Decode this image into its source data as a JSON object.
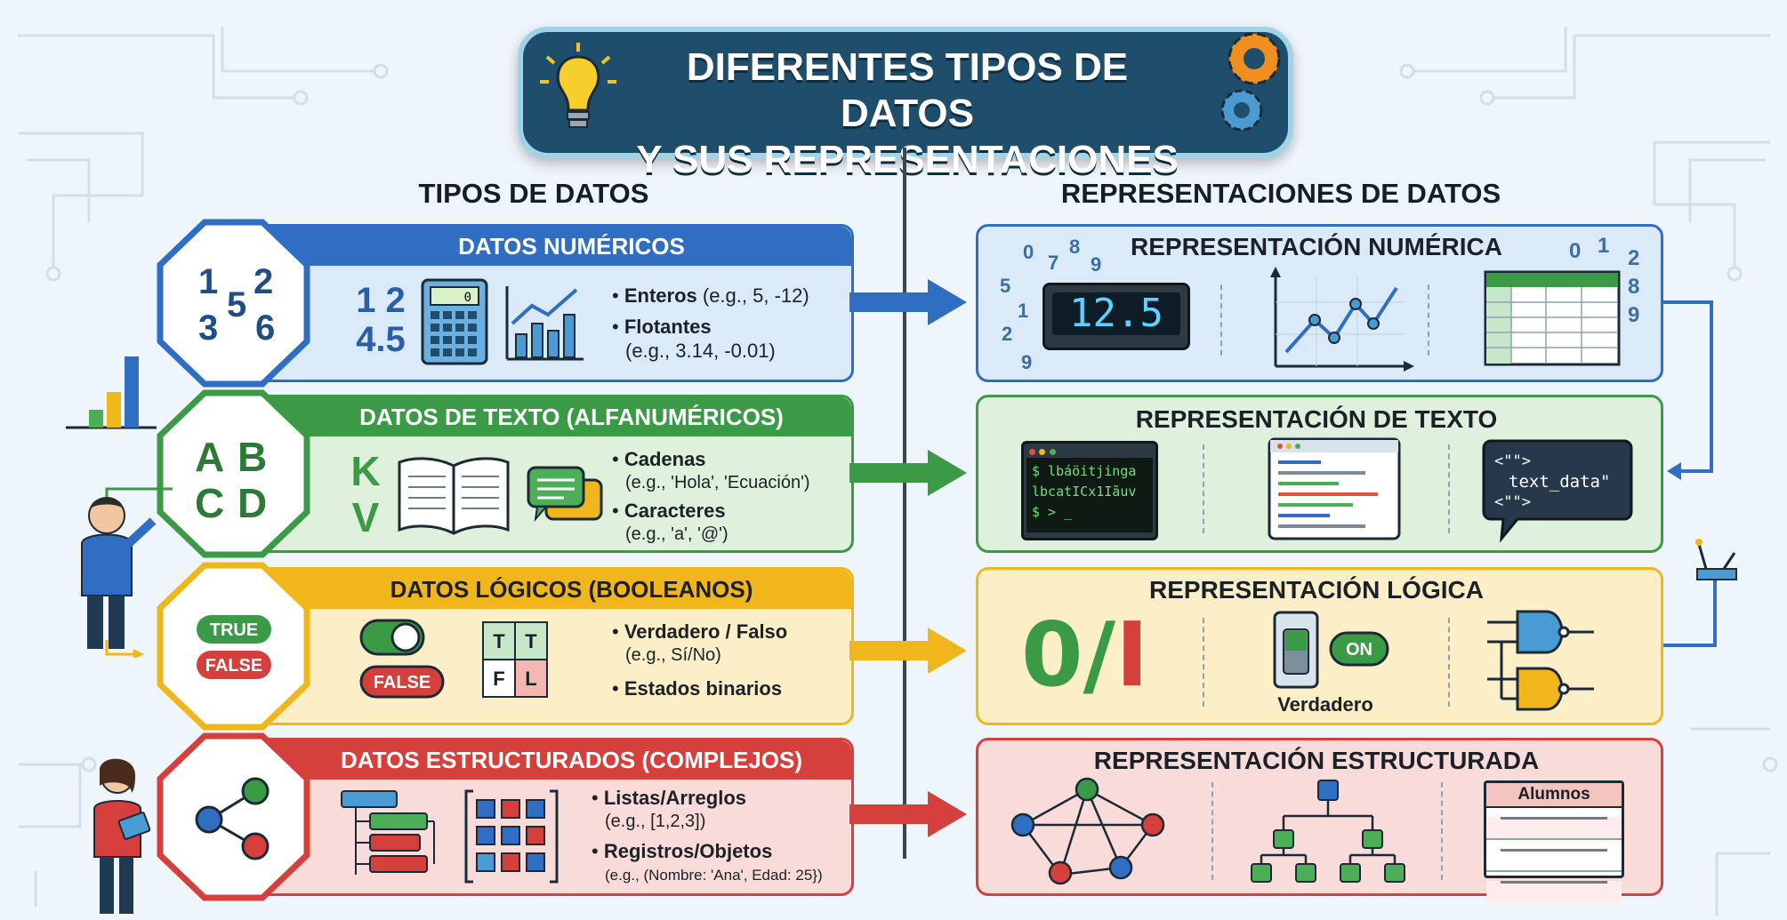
{
  "title": {
    "line1": "DIFERENTES TIPOS DE DATOS",
    "line2": "Y SUS REPRESENTACIONES"
  },
  "left_heading": "TIPOS DE DATOS",
  "right_heading": "REPRESENTACIONES DE DATOS",
  "colors": {
    "blue": "#2f6ec2",
    "green": "#3a9a45",
    "yellow": "#f0b61c",
    "red": "#d6403c",
    "navy": "#1f4e6c"
  },
  "rows": [
    {
      "header": "DATOS NUMÉRICOS",
      "badge": [
        "1",
        "5",
        "2",
        "3",
        "6"
      ],
      "glyphs": [
        "1 2",
        "4.5"
      ],
      "calc_display": "0",
      "bullets": [
        {
          "title": "Enteros",
          "detail": "(e.g., 5, -12)"
        },
        {
          "title": "Flotantes",
          "detail": "(e.g., 3.14, -0.01)"
        }
      ],
      "rep_title": "REPRESENTACIÓN NUMÉRICA",
      "rep_display": "12.5",
      "scatter_digits": [
        "0",
        "7",
        "8",
        "9",
        "5",
        "1",
        "2",
        "9"
      ],
      "scatter_digits_right": [
        "0",
        "1",
        "2",
        "8",
        "9"
      ]
    },
    {
      "header": "DATOS DE TEXTO (ALFANUMÉRICOS)",
      "badge": [
        "A",
        "B",
        "C",
        "D"
      ],
      "glyphs": [
        "K",
        "V"
      ],
      "bullets": [
        {
          "title": "Cadenas",
          "detail": "(e.g., 'Hola', 'Ecuación')"
        },
        {
          "title": "Caracteres",
          "detail": "(e.g., 'a', '@')"
        }
      ],
      "rep_title": "REPRESENTACIÓN DE TEXTO",
      "terminal_lines": [
        "$ lbáöitjinga",
        "lbcatICx1Iãuv",
        "$ > _"
      ],
      "code_lines": [
        "<\"\">",
        "text_data\"",
        "<\"\">"
      ]
    },
    {
      "header": "DATOS LÓGICOS (BOOLEANOS)",
      "badge": [
        "TRUE",
        "FALSE"
      ],
      "toggle_label": "FALSE",
      "truth": [
        "T",
        "T",
        "F",
        "L"
      ],
      "bullets": [
        {
          "title": "Verdadero / Falso",
          "detail": "(e.g., Sí/No)"
        },
        {
          "title": "Estados binarios",
          "detail": ""
        }
      ],
      "rep_title": "REPRESENTACIÓN LÓGICA",
      "bits": [
        "0",
        "/",
        "I"
      ],
      "switch_on": "ON",
      "switch_label": "Verdadero"
    },
    {
      "header": "DATOS ESTRUCTURADOS (COMPLEJOS)",
      "bullets": [
        {
          "title": "Listas/Arreglos",
          "detail": "(e.g., [1,2,3])"
        },
        {
          "title": "Registros/Objetos",
          "detail": "(e.g., (Nombre: 'Ana', Edad: 25})"
        }
      ],
      "rep_title": "REPRESENTACIÓN ESTRUCTURADA",
      "table_header": "Alumnos"
    }
  ]
}
